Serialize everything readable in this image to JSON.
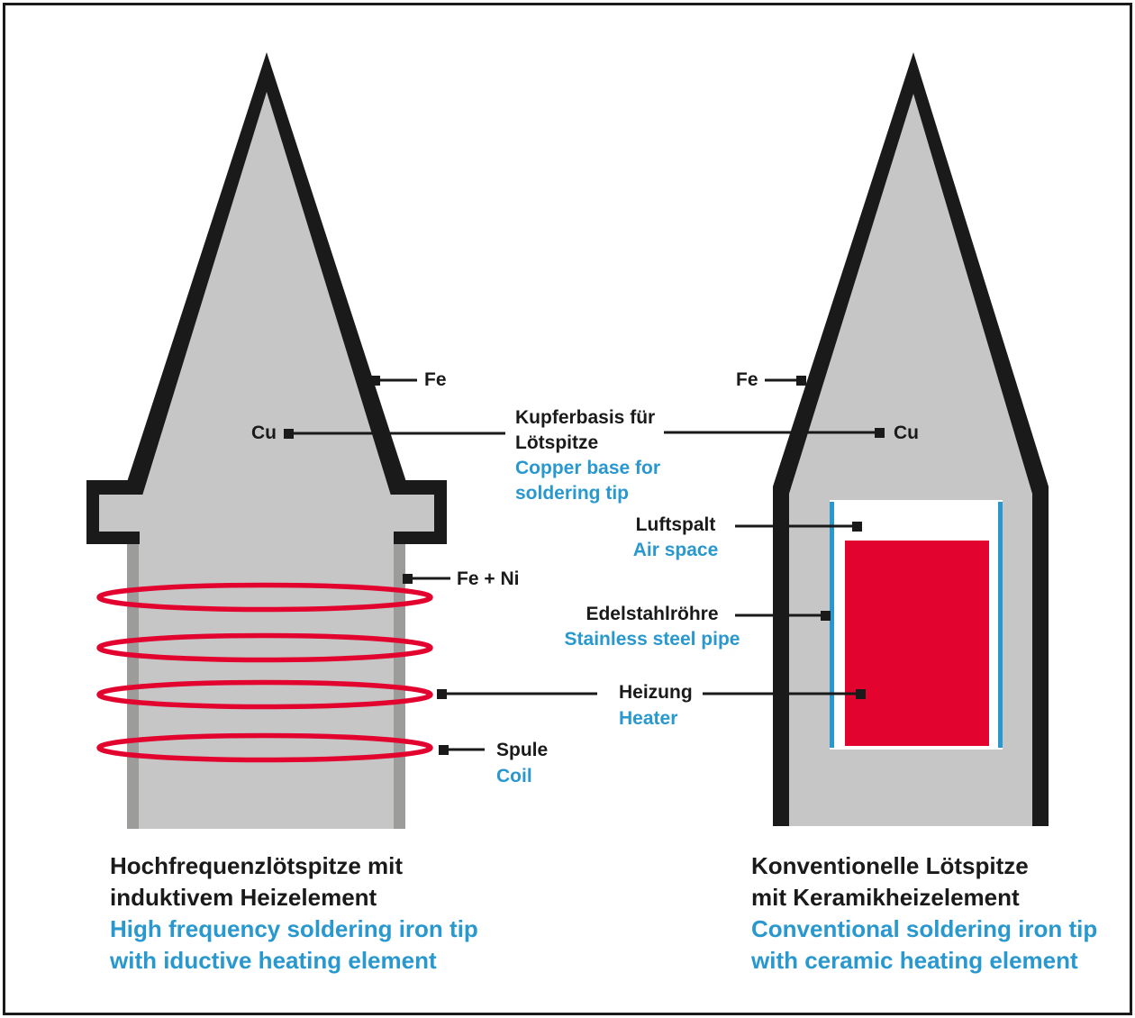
{
  "diagram": {
    "colors": {
      "ink": "#1a1a1a",
      "gray": "#c6c6c6",
      "dark_gray": "#9c9c9b",
      "red": "#e2042e",
      "blue": "#2898cf",
      "white": "#ffffff"
    },
    "left_tip": {
      "fe": "Fe",
      "cu": "Cu",
      "fe_ni": "Fe + Ni"
    },
    "right_tip": {
      "fe": "Fe",
      "cu": "Cu"
    },
    "callouts": {
      "kupferbasis": {
        "de1": "Kupferbasis für",
        "de2": "Lötspitze",
        "en1": "Copper base for",
        "en2": "soldering tip"
      },
      "luftspalt": {
        "de": "Luftspalt",
        "en": "Air space"
      },
      "edelstahlroehre": {
        "de": "Edelstahlröhre",
        "en": "Stainless steel pipe"
      },
      "heizung": {
        "de": "Heizung",
        "en": "Heater"
      },
      "spule": {
        "de": "Spule",
        "en": "Coil"
      }
    },
    "captions": {
      "left": {
        "de1": "Hochfrequenzlötspitze mit",
        "de2": "induktivem Heizelement",
        "en1": "High frequency soldering iron tip",
        "en2": "with iductive heating element"
      },
      "right": {
        "de1": "Konventionelle Lötspitze",
        "de2": "mit Keramikheizelement",
        "en1": "Conventional soldering iron tip",
        "en2": "with ceramic heating element"
      }
    }
  }
}
